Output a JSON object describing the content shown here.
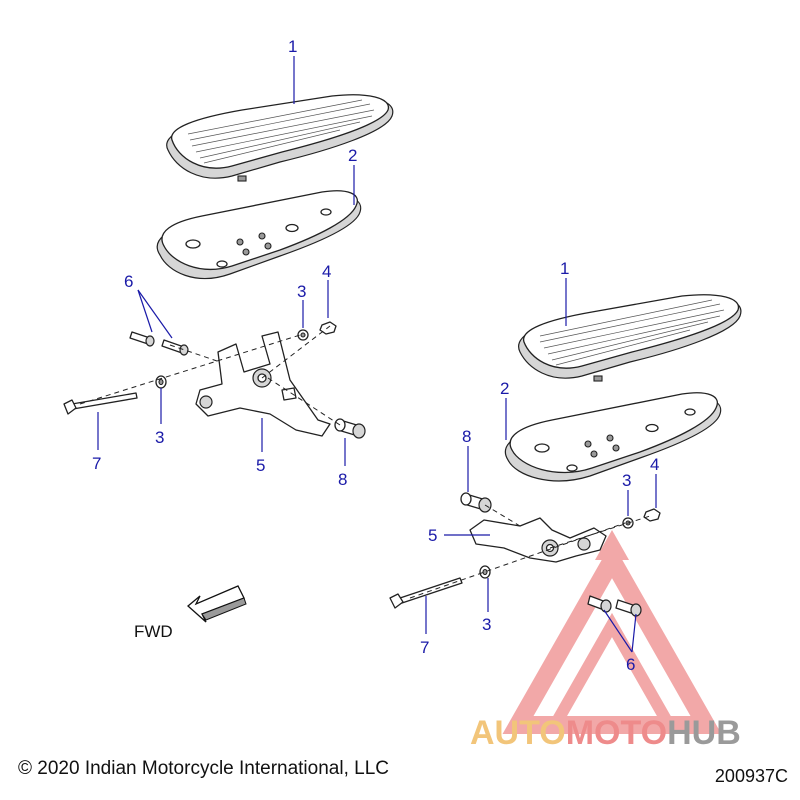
{
  "diagram": {
    "callouts": [
      "1",
      "2",
      "3",
      "4",
      "5",
      "6",
      "7",
      "8"
    ],
    "direction_label": "FWD",
    "copyright": "© 2020 Indian Motorcycle International, LLC",
    "part_number": "200937C"
  },
  "watermark": {
    "part1": "AUTO",
    "part2": "MOTO",
    "part3": "HUB",
    "colors": {
      "auto": "#f2c57a",
      "moto": "#ee8b8b",
      "hub": "#9a9a9a",
      "triangle": "#ee8b8b"
    }
  }
}
